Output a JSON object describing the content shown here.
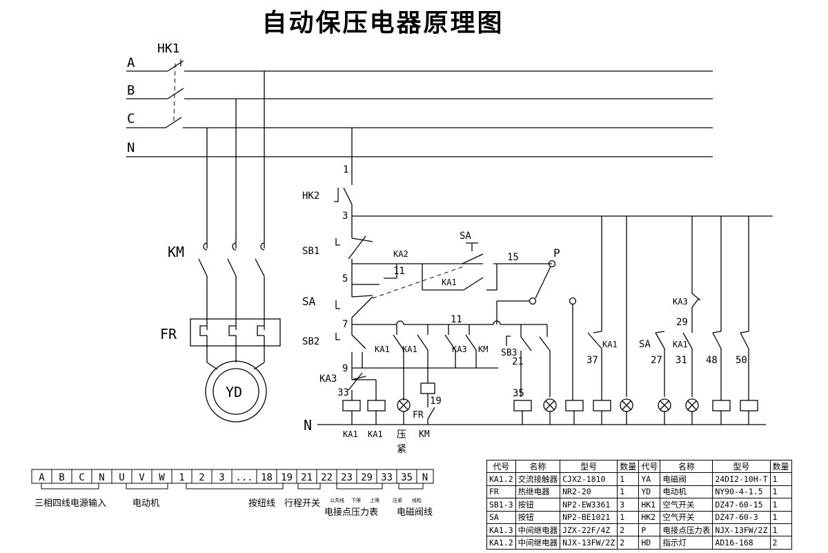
{
  "title": "自动保压电器原理图",
  "labels": {
    "A": "A",
    "B": "B",
    "C": "C",
    "N": "N",
    "N2": "N",
    "HK1": "HK1",
    "HK2": "HK2",
    "KM": "KM",
    "FR": "FR",
    "YD": "YD",
    "n1": "1",
    "n3": "3",
    "n5": "5",
    "n7": "7",
    "n9": "9",
    "n33": "33",
    "n11a": "11",
    "n11b": "11",
    "n15": "15",
    "n19": "19",
    "n21": "21",
    "n35": "35",
    "n37": "37",
    "n27": "27",
    "n31": "31",
    "n48": "48",
    "n50": "50",
    "n29": "29",
    "SB1": "SB1",
    "SB2": "SB2",
    "SB3": "SB3",
    "SA": "SA",
    "SA2": "SA",
    "SA3": "SA",
    "KA3a": "KA3",
    "KA2": "KA2",
    "KA1a": "KA1",
    "KA1b": "KA1",
    "KA1c": "KA1",
    "KA3b": "KA3",
    "KMc": "KM",
    "KA1d": "KA1",
    "KA3c": "KA3",
    "KA1e": "KA1",
    "P": "P",
    "FRc": "FR",
    "bKA1a": "KA1",
    "bKA1b": "KA1",
    "bYa1": "压",
    "bYa2": "紧",
    "bKM": "KM"
  },
  "terminals": [
    "A",
    "B",
    "C",
    "N",
    "U",
    "V",
    "W",
    "1",
    "2",
    "3",
    "...",
    "18",
    "19",
    "21",
    "22",
    "23",
    "29",
    "33",
    "35",
    "N"
  ],
  "terminal_groups": {
    "power": "三相四线电源输入",
    "motor": "电动机",
    "button": "按纽线",
    "limit": "行程开关",
    "gauge": "电接点压力表",
    "valve": "电磁阀线",
    "s1": "公共线",
    "s2": "下限",
    "s3": "上限",
    "s4": "压紧",
    "s5": "线松"
  },
  "bom": {
    "headers": [
      "代号",
      "名称",
      "型号",
      "数量",
      "代号",
      "名称",
      "型号",
      "数量"
    ],
    "rows": [
      [
        "KA1.2",
        "交流接触器",
        "CJX2-1810",
        "1",
        "YA",
        "电磁阀",
        "24DI2-10H-T",
        "1"
      ],
      [
        "FR",
        "热继电器",
        "NR2-20",
        "1",
        "YD",
        "电动机",
        "NY90-4-1.5",
        "1"
      ],
      [
        "SB1-3",
        "按钮",
        "NP2-EW3361",
        "3",
        "HK1",
        "空气开关",
        "DZ47-60-15",
        "1"
      ],
      [
        "SA",
        "按钮",
        "NP2-BE1021",
        "1",
        "HK2",
        "空气开关",
        "DZ47-60-3",
        "1"
      ],
      [
        "KA1.3",
        "中间继电器",
        "JZX-22F/4Z",
        "2",
        "P",
        "电接点压力表",
        "NJX-13FW/2Z",
        "1"
      ],
      [
        "KA1.2",
        "中间继电器",
        "NJX-13FW/2Z",
        "2",
        "HD",
        "指示灯",
        "AD16-168",
        "2"
      ]
    ]
  }
}
